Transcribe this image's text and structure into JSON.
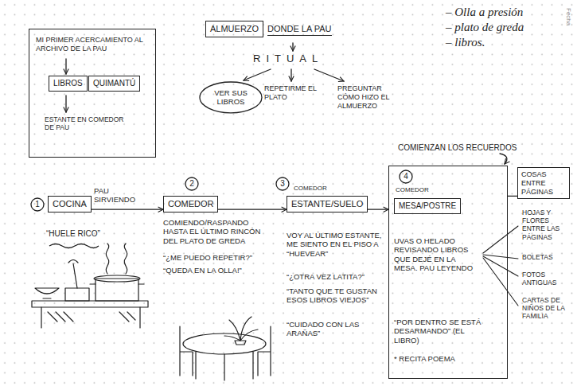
{
  "diagram": {
    "nodes": [
      {
        "text": [
          "MI PRIMER ACERCAMIENTO AL ARCHIVO DE LA PAU"
        ]
      },
      {
        "text": [
          "LIBROS"
        ],
        "in": 0
      },
      {
        "text": [
          "QUIMANTÚ"
        ],
        "in": 0
      },
      {
        "text": [
          "ALMUERZO"
        ]
      },
      {
        "text": [
          "VER SUS LIBROS"
        ]
      },
      {
        "text": [
          "1"
        ]
      },
      {
        "text": [
          "COCINA"
        ]
      },
      {
        "text": [
          "2"
        ]
      },
      {
        "text": [
          "COMEDOR"
        ]
      },
      {
        "text": [
          "3"
        ]
      },
      {
        "text": [
          "COMEDOR",
          "ESTANTE/SUELO"
        ]
      },
      {
        "text": [
          "COMEDOR",
          "UVAS O HELADO REVISANDO LIBROS QUE DEJÉ EN LA MESA. PAU LEYENDO",
          "“POR DENTRO SE ESTÁ DESARMANDO” (EL LIBRO)",
          "* RECITA POEMA"
        ]
      },
      {
        "text": [
          "4"
        ],
        "in": 11
      },
      {
        "text": [
          "MESA/POSTRE"
        ],
        "in": 11
      },
      {
        "text": [
          "COSAS ENTRE PÁGINAS"
        ]
      }
    ],
    "edges": [
      {
        "from": 6,
        "to": 8,
        "arrow": "to"
      },
      {
        "from": 8,
        "to": 10,
        "arrow": "to"
      },
      {
        "from": 10,
        "to": 11,
        "arrow": "to"
      },
      {
        "from": 11,
        "to": 14,
        "arrow": "none"
      }
    ],
    "labels": [
      "DONDE LA PAU",
      "RITUAL",
      "REPETIRME EL PLATO",
      "PREGUNTAR CÓMO HIZO EL ALMUERZO",
      "– Olla a presión",
      "– plato de greda",
      "– libros.",
      "Fecha",
      "ESTANTE EN COMEDOR DE PAU",
      "PAU SIRVIENDO",
      "“HUELE RICO”",
      "COMIENDO/RASPANDO HASTA EL ÚLTIMO RINCÓN DEL PLATO DE GREDA",
      "“¿ME PUEDO REPETIR?”",
      "“QUEDA EN LA OLLA!”",
      "VOY AL ÚLTIMO ESTANTE, ME SIENTO EN EL PISO A “HUEVEAR”",
      "“¿OTRA VEZ LATITA?”",
      "“TANTO QUE TE GUSTAN ESOS LIBROS VIEJOS”",
      "“CUIDADO CON LAS ARAÑAS”",
      "COMIENZAN LOS RECUERDOS",
      "HOJAS Y FLORES ENTRE LAS PÁGINAS",
      "BOLETAS",
      "FOTOS ANTIGUAS",
      "CARTAS DE NIÑOS DE LA FAMILIA"
    ]
  }
}
